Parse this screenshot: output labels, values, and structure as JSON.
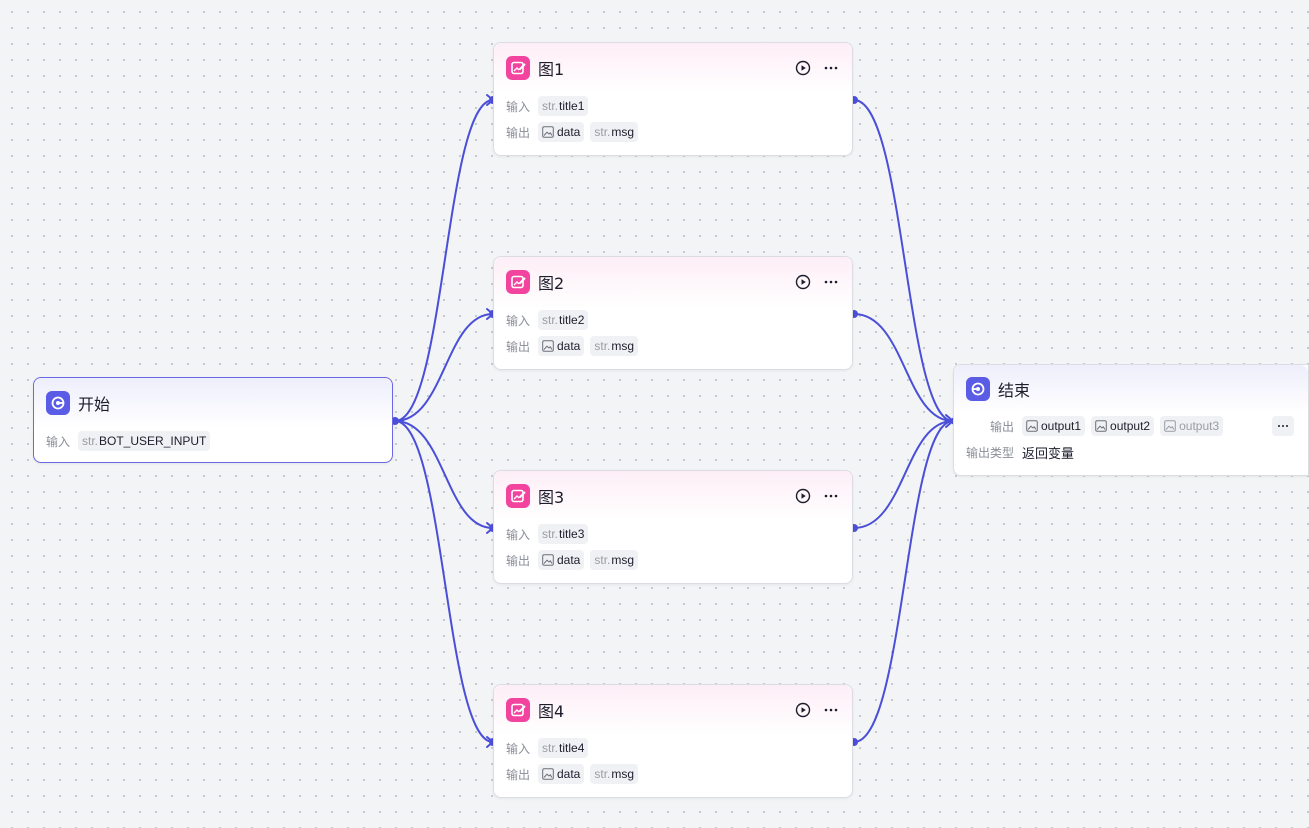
{
  "colors": {
    "edge": "#4b4fd8",
    "image_node_accent": "#f2439e",
    "start_end_accent": "#5b5ce6",
    "start_border": "#6a68e6"
  },
  "start": {
    "title": "开始",
    "icon": "start-icon",
    "input_label": "输入",
    "input_tag": {
      "type": "str.",
      "name": "BOT_USER_INPUT"
    }
  },
  "image_nodes": [
    {
      "title": "图1",
      "icon": "image-gen-icon",
      "input_label": "输入",
      "output_label": "输出",
      "input_tag": {
        "type": "str.",
        "name": "title1"
      },
      "outputs": [
        {
          "type": "image",
          "name": "data"
        },
        {
          "type": "str.",
          "name": "msg"
        }
      ]
    },
    {
      "title": "图2",
      "icon": "image-gen-icon",
      "input_label": "输入",
      "output_label": "输出",
      "input_tag": {
        "type": "str.",
        "name": "title2"
      },
      "outputs": [
        {
          "type": "image",
          "name": "data"
        },
        {
          "type": "str.",
          "name": "msg"
        }
      ]
    },
    {
      "title": "图3",
      "icon": "image-gen-icon",
      "input_label": "输入",
      "output_label": "输出",
      "input_tag": {
        "type": "str.",
        "name": "title3"
      },
      "outputs": [
        {
          "type": "image",
          "name": "data"
        },
        {
          "type": "str.",
          "name": "msg"
        }
      ]
    },
    {
      "title": "图4",
      "icon": "image-gen-icon",
      "input_label": "输入",
      "output_label": "输出",
      "input_tag": {
        "type": "str.",
        "name": "title4"
      },
      "outputs": [
        {
          "type": "image",
          "name": "data"
        },
        {
          "type": "str.",
          "name": "msg"
        }
      ]
    }
  ],
  "end": {
    "title": "结束",
    "icon": "end-icon",
    "output_label": "输出",
    "outputs": [
      "output1",
      "output2",
      "output3"
    ],
    "output_type_label": "输出类型",
    "output_type_value": "返回变量"
  }
}
